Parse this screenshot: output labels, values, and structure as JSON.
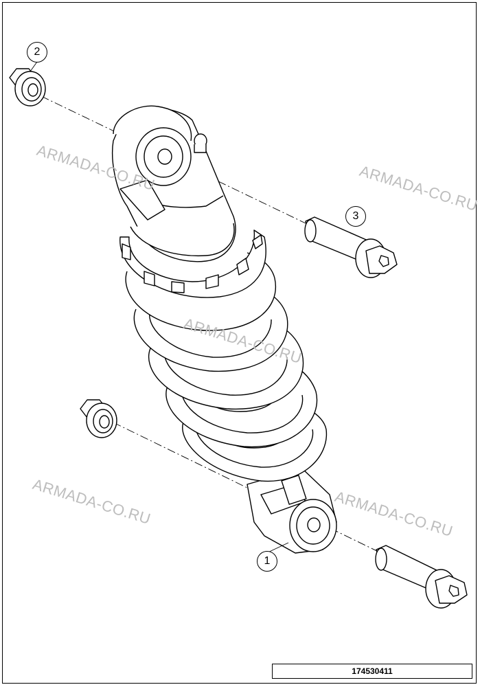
{
  "watermark_text": "ARMADA-CO.RU",
  "callouts": {
    "shock_absorber": "1",
    "flange_nut": "2",
    "mounting_bolt": "3"
  },
  "drawing_number": "174530411"
}
